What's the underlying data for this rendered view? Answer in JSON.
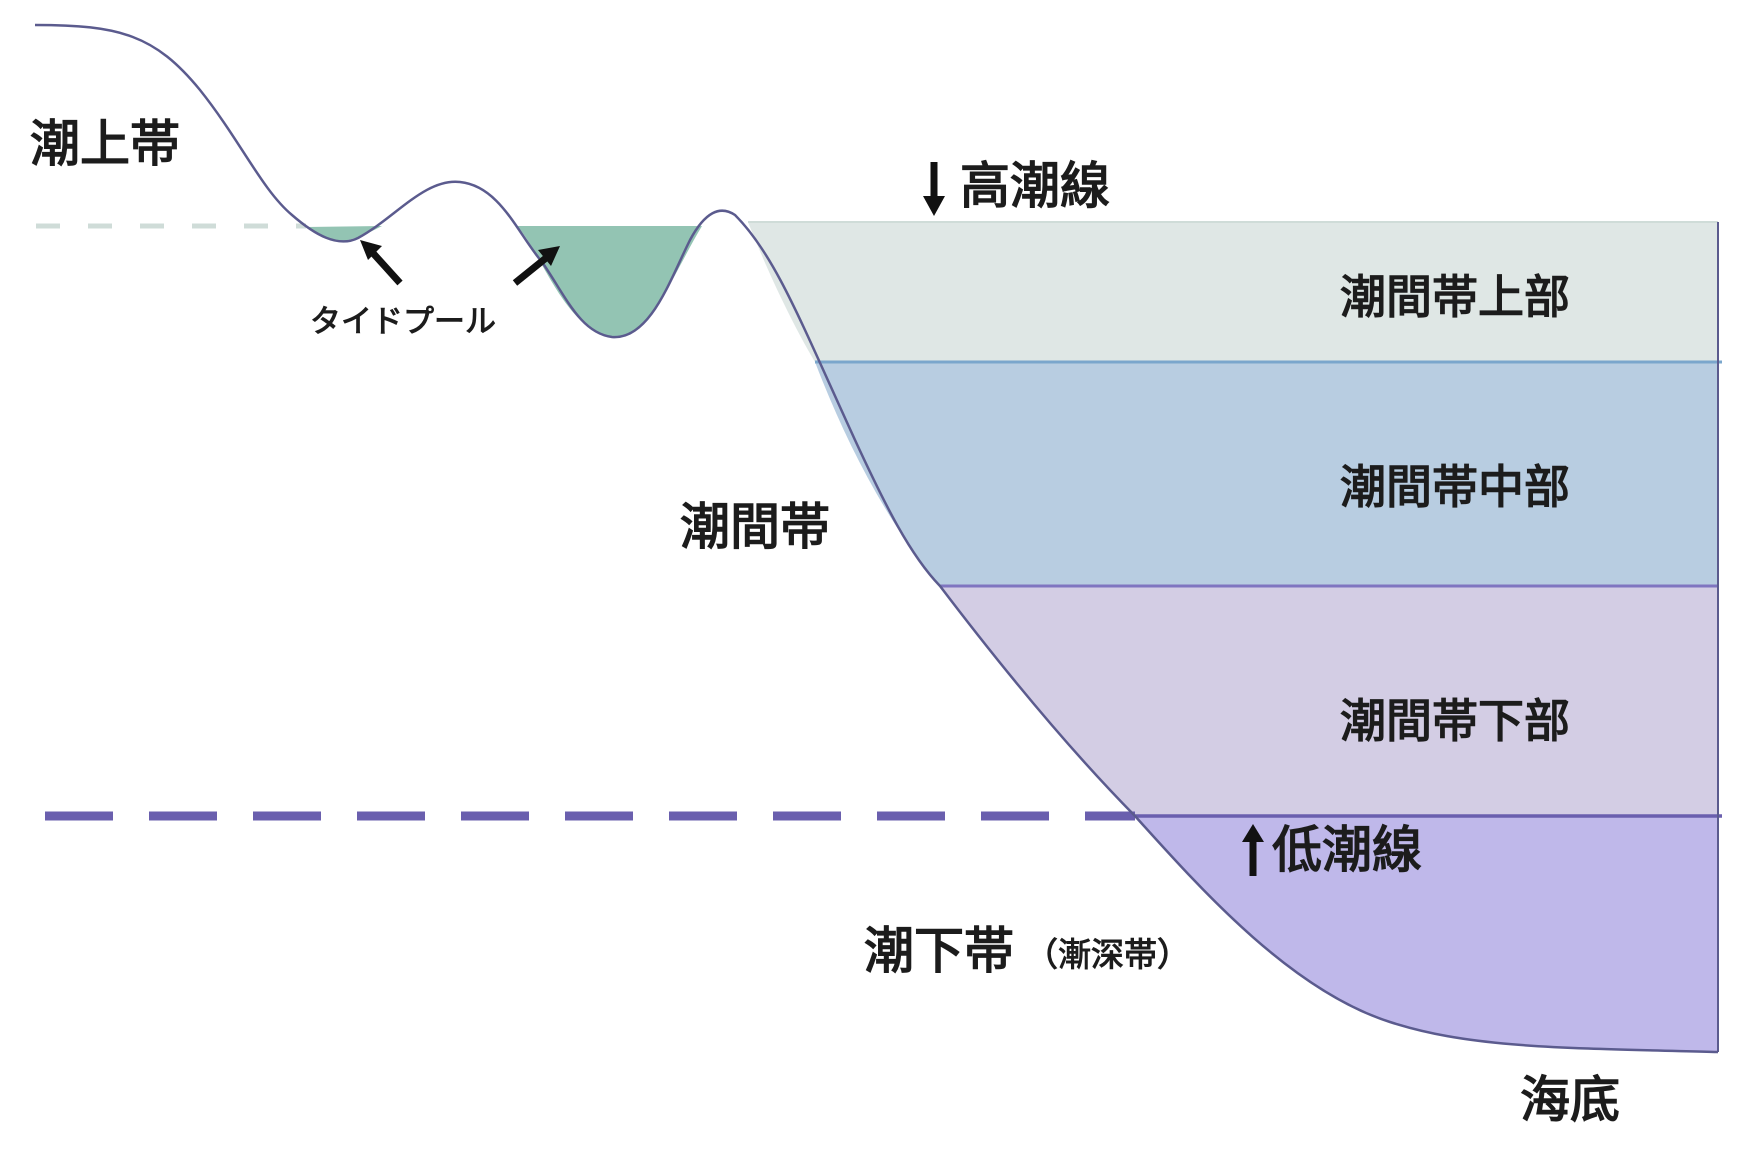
{
  "labels": {
    "supratidal": "潮上帯",
    "tide_pool": "タイドプール",
    "high_tide_line": "高潮線",
    "intertidal": "潮間帯",
    "upper_intertidal": "潮間帯上部",
    "middle_intertidal": "潮間帯中部",
    "lower_intertidal": "潮間帯下部",
    "low_tide_line": "低潮線",
    "subtidal": "潮下帯",
    "subtidal_alt": "（漸深帯）",
    "seabed": "海底"
  },
  "colors": {
    "upper_intertidal": "#dfe7e5",
    "middle_intertidal": "#b8cde1",
    "lower_intertidal": "#d3cde4",
    "subtidal": "#bfb8ea",
    "tide_pool": "#93c4b3",
    "terrain_line": "#5b5b8e",
    "high_tide_dash": "#cfdcd8",
    "low_tide_dash": "#6a5fae",
    "boundary_blue": "#7aa6cc",
    "boundary_purple": "#7f75c0",
    "arrow": "#111111"
  }
}
